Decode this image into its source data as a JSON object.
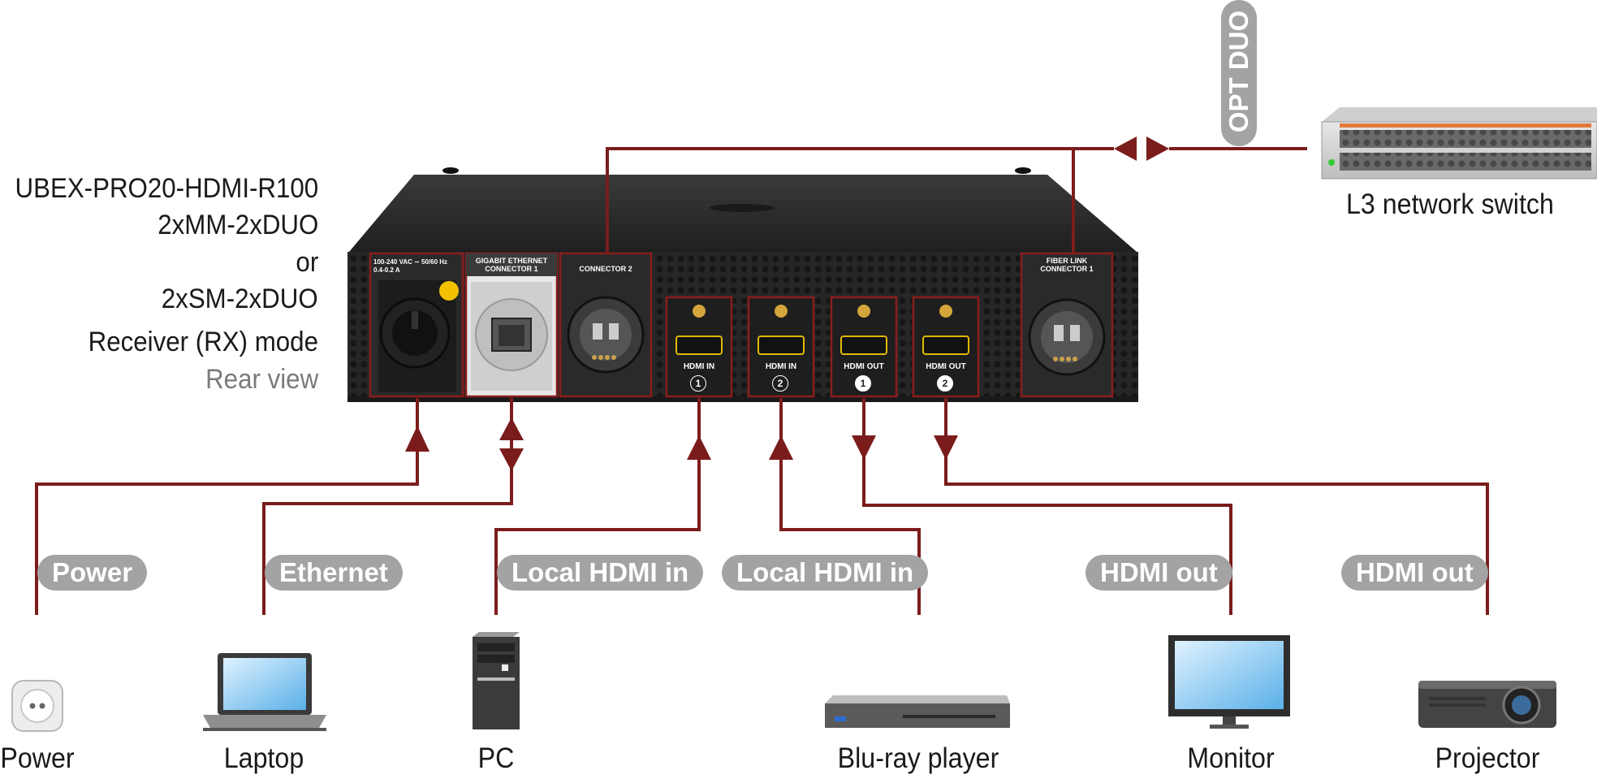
{
  "device": {
    "title_lines": [
      "UBEX-PRO20-HDMI-R100",
      "2xMM-2xDUO",
      "or",
      "2xSM-2xDUO",
      "Receiver (RX) mode"
    ],
    "view_label": "Rear view"
  },
  "ports": {
    "power_spec": "100-240 VAC ∼ 50/60 Hz",
    "power_current": "0.4-0.2 A",
    "ethernet_title": "GIGABIT ETHERNET",
    "ethernet_sub": "CONNECTOR 1",
    "connector2": "CONNECTOR 2",
    "hdmi_in_1": "HDMI IN",
    "hdmi_in_1_num": "1",
    "hdmi_in_2": "HDMI IN",
    "hdmi_in_2_num": "2",
    "hdmi_out_1": "HDMI OUT",
    "hdmi_out_1_num": "1",
    "hdmi_out_2": "HDMI OUT",
    "hdmi_out_2_num": "2",
    "fiber_title": "FIBER LINK",
    "fiber_sub": "CONNECTOR 1"
  },
  "network": {
    "cable_label": "OPT DUO",
    "switch_label": "L3 network switch"
  },
  "connections": [
    {
      "cable": "Power",
      "device": "Power"
    },
    {
      "cable": "Ethernet",
      "device": "Laptop"
    },
    {
      "cable": "Local HDMI in",
      "device": "PC"
    },
    {
      "cable": "Local HDMI in",
      "device": "Blu-ray player"
    },
    {
      "cable": "HDMI out",
      "device": "Monitor"
    },
    {
      "cable": "HDMI out",
      "device": "Projector"
    }
  ],
  "colors": {
    "line": "#7b1c1c",
    "pill": "#a3a3a3",
    "chassis": "#2b2b2b"
  }
}
